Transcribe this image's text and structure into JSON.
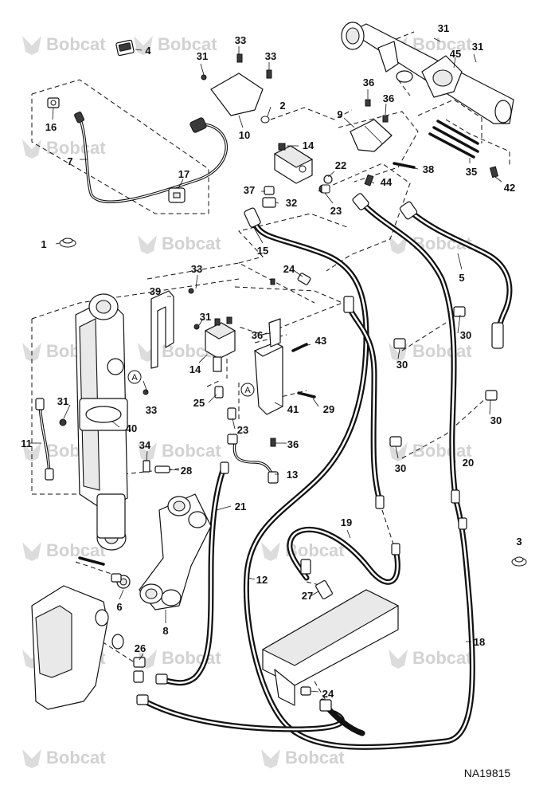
{
  "diagram": {
    "figure_id": "NA19815",
    "watermark": "Bobcat",
    "reference_marker": "A",
    "callouts": [
      "1",
      "2",
      "3",
      "4",
      "5",
      "6",
      "7",
      "8",
      "9",
      "10",
      "11",
      "12",
      "13",
      "14",
      "15",
      "16",
      "17",
      "18",
      "19",
      "20",
      "21",
      "22",
      "23",
      "24",
      "25",
      "26",
      "27",
      "28",
      "29",
      "30",
      "31",
      "32",
      "33",
      "34",
      "35",
      "36",
      "37",
      "38",
      "39",
      "40",
      "41",
      "42",
      "43",
      "44",
      "45"
    ]
  }
}
